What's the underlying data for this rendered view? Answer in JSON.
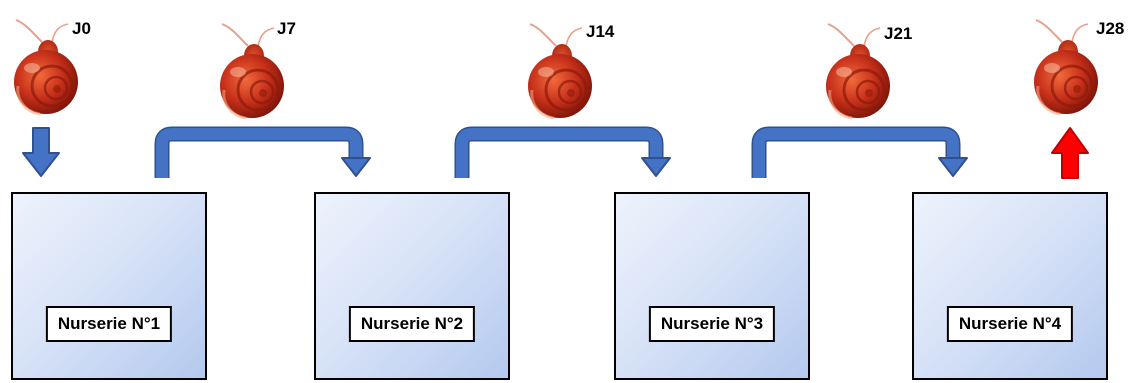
{
  "days": [
    "J0",
    "J7",
    "J14",
    "J21",
    "J28"
  ],
  "nurseries": [
    "Nurserie N°1",
    "Nurserie N°2",
    "Nurserie N°3",
    "Nurserie N°4"
  ],
  "colors": {
    "transfer_arrow": "#4472c4",
    "exit_arrow": "#ff0000",
    "snail": "#c0392b"
  },
  "icons": {
    "snail": "snail-icon",
    "entry": "arrow-down-icon",
    "transfer": "transfer-arrow-icon",
    "exit": "arrow-up-icon"
  }
}
